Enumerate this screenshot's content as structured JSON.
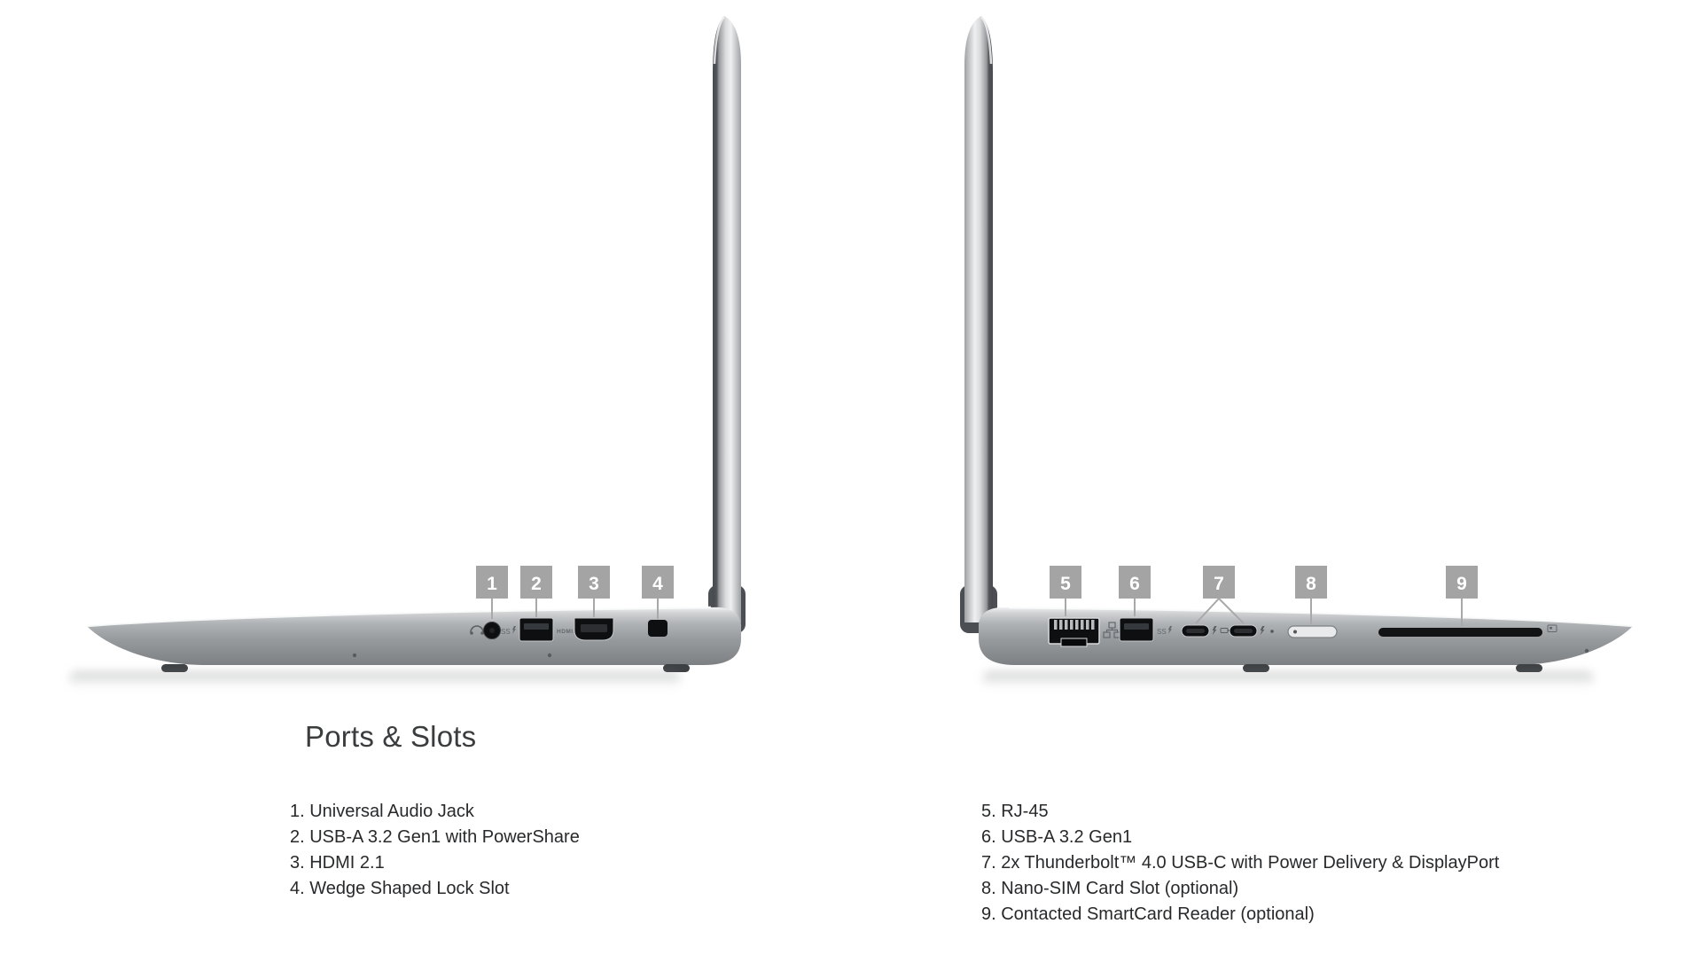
{
  "page": {
    "background": "#ffffff"
  },
  "heading": {
    "title": "Ports & Slots"
  },
  "legend": {
    "left_items": [
      "1. Universal Audio Jack",
      "2. USB-A 3.2 Gen1 with PowerShare",
      "3. HDMI 2.1",
      "4. Wedge Shaped Lock Slot"
    ],
    "right_items": [
      "5. RJ-45",
      "6. USB-A 3.2 Gen1",
      "7. 2x Thunderbolt™ 4.0 USB-C with Power Delivery & DisplayPort",
      "8. Nano-SIM Card Slot (optional)",
      "9. Contacted SmartCard Reader (optional)"
    ]
  },
  "callouts": {
    "left": [
      {
        "number": "1",
        "target": "universal-audio-jack"
      },
      {
        "number": "2",
        "target": "usb-a-3-2-gen1-powershare"
      },
      {
        "number": "3",
        "target": "hdmi-2-1"
      },
      {
        "number": "4",
        "target": "wedge-shaped-lock-slot"
      }
    ],
    "right": [
      {
        "number": "5",
        "target": "rj-45"
      },
      {
        "number": "6",
        "target": "usb-a-3-2-gen1"
      },
      {
        "number": "7",
        "target": "thunderbolt-4-usb-c-x2"
      },
      {
        "number": "8",
        "target": "nano-sim-card-slot"
      },
      {
        "number": "9",
        "target": "contacted-smartcard-reader"
      }
    ]
  },
  "port_markings": {
    "hdmi": "HDMI",
    "usb_ss": "SS"
  },
  "icons": {
    "left_side": [
      "headset-icon",
      "usb-ss-icon",
      "hdmi-label"
    ],
    "right_side": [
      "ethernet-icon",
      "usb-ss-icon",
      "thunderbolt-icon",
      "battery-icon",
      "led-dot",
      "smartcard-icon"
    ]
  },
  "colors": {
    "badge_background": "#a4a4a4",
    "badge_number": "#ffffff",
    "leader_line": "#a8a8a8",
    "heading_text": "#3a3c3e",
    "legend_text": "#28292b"
  }
}
